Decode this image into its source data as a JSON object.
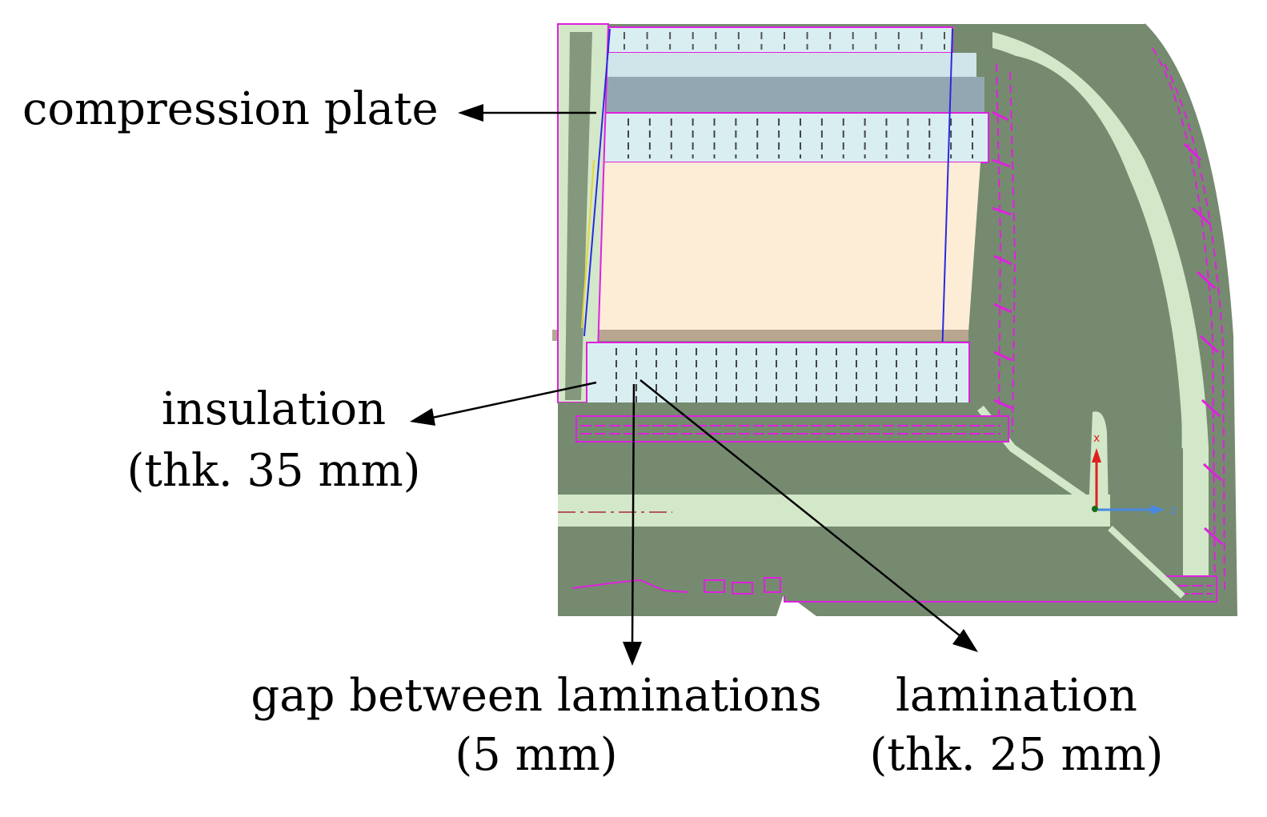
{
  "labels": {
    "compression_plate": "compression plate",
    "insulation": "insulation",
    "insulation_thk": "(thk. 35 mm)",
    "gap": "gap between laminations",
    "gap_size": "(5 mm)",
    "lamination": "lamination",
    "lamination_thk": "(thk. 25 mm)"
  },
  "axes": {
    "x": "x",
    "z": "z"
  },
  "colors": {
    "steel": "#758a6f",
    "face": "#d2e8c8",
    "insulation": "#d8eef1",
    "core": "#fdedd6",
    "edge": "#e020e0",
    "blue_edge": "#2a2ae0",
    "axis_x": "#e02020",
    "axis_z": "#4a88e0"
  }
}
